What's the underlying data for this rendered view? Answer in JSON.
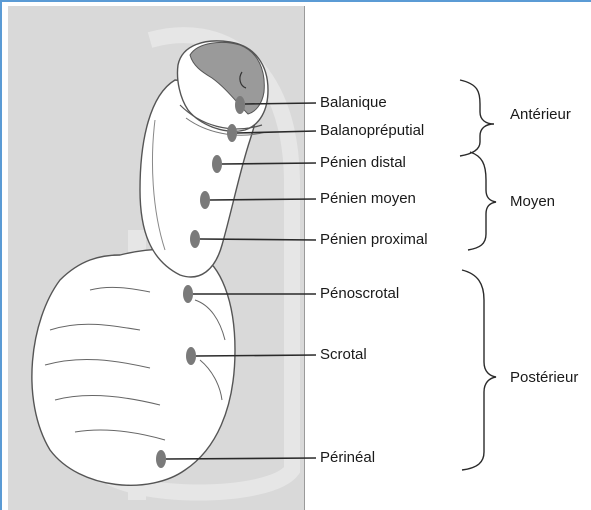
{
  "labels": {
    "balanique": "Balanique",
    "balanopreputial": "Balanopréputial",
    "penien_distal": "Pénien distal",
    "penien_moyen": "Pénien moyen",
    "penien_proximal": "Pénien proximal",
    "penoscrotal": "Pénoscrotal",
    "scrotal": "Scrotal",
    "perineal": "Périnéal"
  },
  "groups": {
    "anterieur": "Antérieur",
    "moyen": "Moyen",
    "posterieur": "Postérieur"
  },
  "colors": {
    "background_panel": "#d9d9d9",
    "dot": "#7a7a7a",
    "line": "#2a2a2a",
    "frame_border": "#5b9bd5"
  }
}
